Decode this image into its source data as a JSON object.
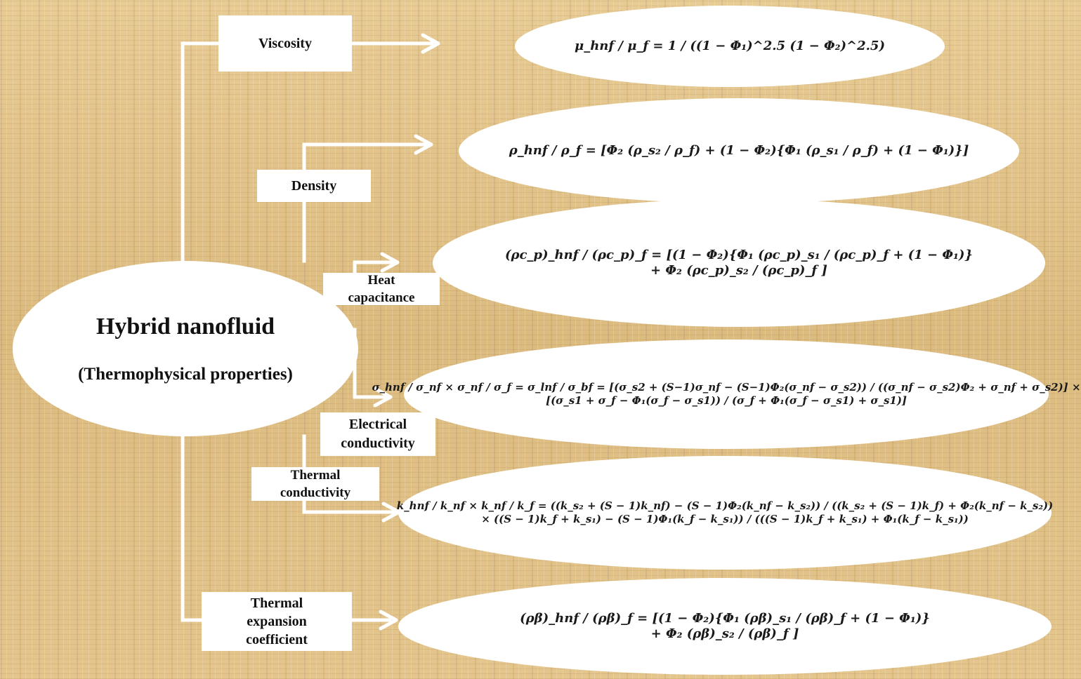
{
  "hub": {
    "title": "Hybrid nanofluid",
    "subtitle": "(Thermophysical  properties)"
  },
  "properties": [
    {
      "label": "Viscosity",
      "formula": [
        "μ_hnf / μ_f = 1 / ((1 − Φ₁)^2.5 (1 − Φ₂)^2.5)"
      ]
    },
    {
      "label": "Density",
      "formula": [
        "ρ_hnf / ρ_f = [Φ₂ (ρ_s₂ / ρ_f) + (1 − Φ₂){Φ₁ (ρ_s₁ / ρ_f) + (1 − Φ₁)}]"
      ]
    },
    {
      "label": "Heat\ncapacitance",
      "formula": [
        "(ρc_p)_hnf / (ρc_p)_f = [(1 − Φ₂){Φ₁ (ρc_p)_s₁ / (ρc_p)_f + (1 − Φ₁)}",
        "+ Φ₂ (ρc_p)_s₂ / (ρc_p)_f ]"
      ]
    },
    {
      "label": "Electrical\nconductivity",
      "formula": [
        "σ_hnf / σ_nf × σ_nf / σ_f = σ_lnf / σ_bf = [(σ_s2 + (S−1)σ_nf − (S−1)Φ₂(σ_nf − σ_s2)) / ((σ_nf − σ_s2)Φ₂ + σ_nf + σ_s2)] ×",
        "[(σ_s1 + σ_f − Φ₁(σ_f − σ_s1)) / (σ_f + Φ₁(σ_f − σ_s1) + σ_s1)]"
      ]
    },
    {
      "label": "Thermal\nconductivity",
      "formula": [
        "k_hnf / k_nf × k_nf / k_f = ((k_s₂ + (S − 1)k_nf) − (S − 1)Φ₂(k_nf − k_s₂)) / ((k_s₂ + (S − 1)k_f) + Φ₂(k_nf − k_s₂))",
        "× ((S − 1)k_f + k_s₁) − (S − 1)Φ₁(k_f − k_s₁)) / (((S − 1)k_f + k_s₁) + Φ₁(k_f − k_s₁))"
      ]
    },
    {
      "label": "Thermal\nexpansion\ncoefficient",
      "formula": [
        "(ρβ)_hnf / (ρβ)_f = [(1 − Φ₂){Φ₁ (ρβ)_s₁ / (ρβ)_f + (1 − Φ₁)}",
        "+ Φ₂ (ρβ)_s₂ / (ρβ)_f ]"
      ]
    }
  ],
  "colors": {
    "background": "#e2c48c",
    "connector": "#ffffff",
    "box": "#ffffff",
    "text": "#111111"
  }
}
